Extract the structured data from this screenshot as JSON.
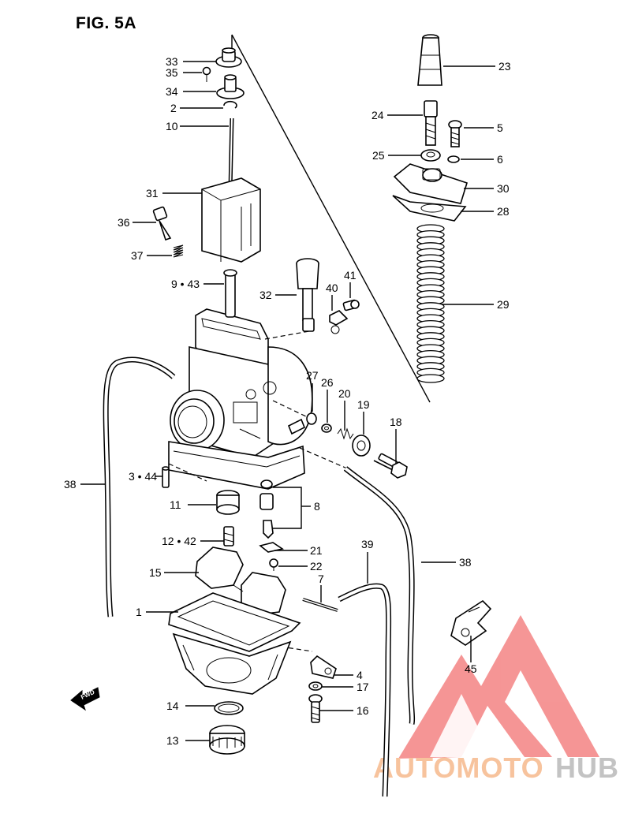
{
  "figure": {
    "title": "FIG. 5A"
  },
  "fwd_arrow": {
    "text": "FWD"
  },
  "watermark": {
    "part1": "AUTOMOTO",
    "part2": "HUB",
    "accent_color": "#f05a5a",
    "text_color": "#f6b98d",
    "gray_color": "#b9b9b9"
  },
  "callouts": [
    {
      "id": "c33",
      "text": "33"
    },
    {
      "id": "c35",
      "text": "35"
    },
    {
      "id": "c34",
      "text": "34"
    },
    {
      "id": "c2",
      "text": "2"
    },
    {
      "id": "c10",
      "text": "10"
    },
    {
      "id": "c31",
      "text": "31"
    },
    {
      "id": "c36",
      "text": "36"
    },
    {
      "id": "c37",
      "text": "37"
    },
    {
      "id": "c943",
      "text": "9 • 43"
    },
    {
      "id": "c32",
      "text": "32"
    },
    {
      "id": "c40",
      "text": "40"
    },
    {
      "id": "c41",
      "text": "41"
    },
    {
      "id": "c23",
      "text": "23"
    },
    {
      "id": "c24",
      "text": "24"
    },
    {
      "id": "c5",
      "text": "5"
    },
    {
      "id": "c25",
      "text": "25"
    },
    {
      "id": "c6",
      "text": "6"
    },
    {
      "id": "c30",
      "text": "30"
    },
    {
      "id": "c28",
      "text": "28"
    },
    {
      "id": "c29",
      "text": "29"
    },
    {
      "id": "c27",
      "text": "27"
    },
    {
      "id": "c26",
      "text": "26"
    },
    {
      "id": "c20",
      "text": "20"
    },
    {
      "id": "c19",
      "text": "19"
    },
    {
      "id": "c18",
      "text": "18"
    },
    {
      "id": "c38a",
      "text": "38"
    },
    {
      "id": "c344",
      "text": "3 • 44"
    },
    {
      "id": "c11",
      "text": "11"
    },
    {
      "id": "c8",
      "text": "8"
    },
    {
      "id": "c1242",
      "text": "12 • 42"
    },
    {
      "id": "c21",
      "text": "21"
    },
    {
      "id": "c22",
      "text": "22"
    },
    {
      "id": "c39",
      "text": "39"
    },
    {
      "id": "c38b",
      "text": "38"
    },
    {
      "id": "c15",
      "text": "15"
    },
    {
      "id": "c7",
      "text": "7"
    },
    {
      "id": "c1",
      "text": "1"
    },
    {
      "id": "c4",
      "text": "4"
    },
    {
      "id": "c17",
      "text": "17"
    },
    {
      "id": "c45",
      "text": "45"
    },
    {
      "id": "c14",
      "text": "14"
    },
    {
      "id": "c16",
      "text": "16"
    },
    {
      "id": "c13",
      "text": "13"
    }
  ]
}
